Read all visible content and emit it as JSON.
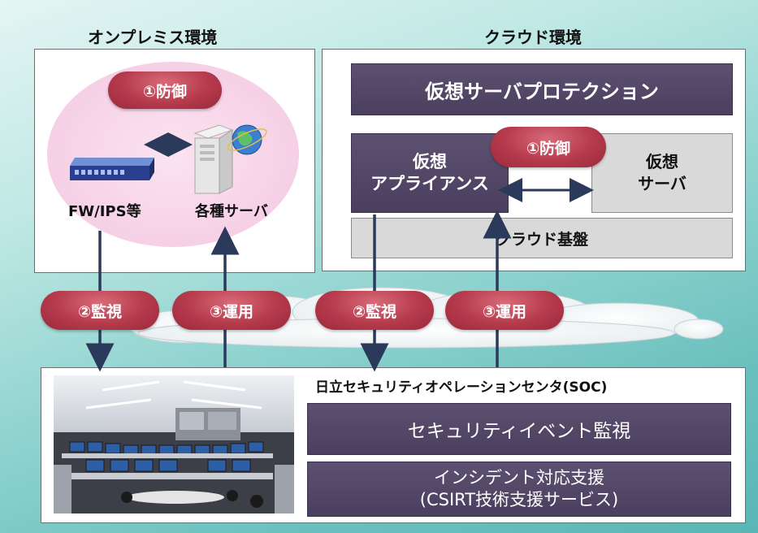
{
  "onprem": {
    "title": "オンプレミス環境",
    "defense_pill": "①防御",
    "fw_label": "FW/IPS等",
    "server_label": "各種サーバ"
  },
  "cloud": {
    "title": "クラウド環境",
    "protection": "仮想サーバプロテクション",
    "appliance_line1": "仮想",
    "appliance_line2": "アプライアンス",
    "defense_pill": "①防御",
    "vserver_line1": "仮想",
    "vserver_line2": "サーバ",
    "foundation": "クラウド基盤"
  },
  "flows": [
    {
      "label": "②監視"
    },
    {
      "label": "③運用"
    },
    {
      "label": "②監視"
    },
    {
      "label": "③運用"
    }
  ],
  "soc": {
    "title": "日立セキュリティオペレーションセンタ(SOC)",
    "event_monitoring": "セキュリティイベント監視",
    "incident_line1": "インシデント対応支援",
    "incident_line2": "(CSIRT技術支援サービス)"
  },
  "colors": {
    "accent_red": "#b53a4c",
    "arrow_navy": "#2b3a5a",
    "purple_box": "#4a3f5e"
  }
}
